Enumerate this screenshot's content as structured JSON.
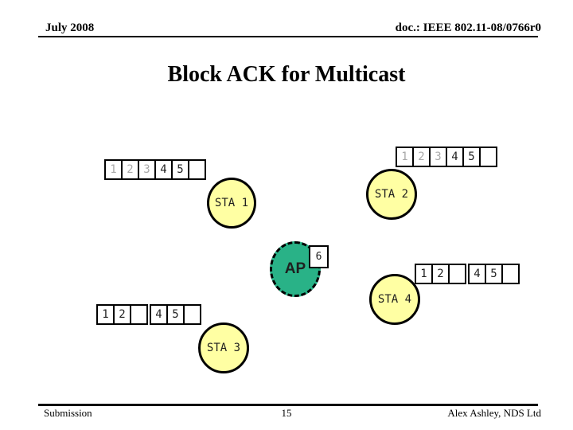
{
  "header": {
    "date": "July 2008",
    "doc_number": "doc.: IEEE 802.11-08/0766r0"
  },
  "title": "Block ACK for Multicast",
  "footer": {
    "submission": "Submission",
    "page_number": "15",
    "author": "Alex Ashley, NDS Ltd"
  },
  "colors": {
    "sta_fill": "#ffffa3",
    "ap_fill": "#29b287",
    "digit": "#1f1f1f",
    "dim_digit": "#a9a9a9"
  },
  "nodes": {
    "sta1": {
      "label": "STA 1"
    },
    "sta2": {
      "label": "STA 2"
    },
    "sta3": {
      "label": "STA 3"
    },
    "sta4": {
      "label": "STA 4"
    },
    "ap": {
      "label": "AP",
      "pending_seq": "6"
    }
  },
  "bitmaps": {
    "sta1": {
      "cells": [
        {
          "v": "1",
          "dim": true
        },
        {
          "v": "2",
          "dim": true
        },
        {
          "v": "3",
          "dim": true
        },
        {
          "v": "4",
          "dim": false
        },
        {
          "v": "5",
          "dim": false
        },
        {
          "v": "",
          "dim": false
        }
      ]
    },
    "sta2": {
      "cells": [
        {
          "v": "1",
          "dim": true
        },
        {
          "v": "2",
          "dim": true
        },
        {
          "v": "3",
          "dim": true
        },
        {
          "v": "4",
          "dim": false
        },
        {
          "v": "5",
          "dim": false
        },
        {
          "v": "",
          "dim": false
        }
      ]
    },
    "sta4": {
      "cells": [
        {
          "v": "1",
          "dim": false
        },
        {
          "v": "2",
          "dim": false
        },
        {
          "v": "",
          "dim": false
        },
        {
          "v": "4",
          "dim": false
        },
        {
          "v": "5",
          "dim": false
        },
        {
          "v": "",
          "dim": false
        }
      ]
    },
    "sta3": {
      "cells": [
        {
          "v": "1",
          "dim": false
        },
        {
          "v": "2",
          "dim": false
        },
        {
          "v": "",
          "dim": false
        },
        {
          "v": "4",
          "dim": false
        },
        {
          "v": "5",
          "dim": false
        },
        {
          "v": "",
          "dim": false
        }
      ]
    }
  }
}
